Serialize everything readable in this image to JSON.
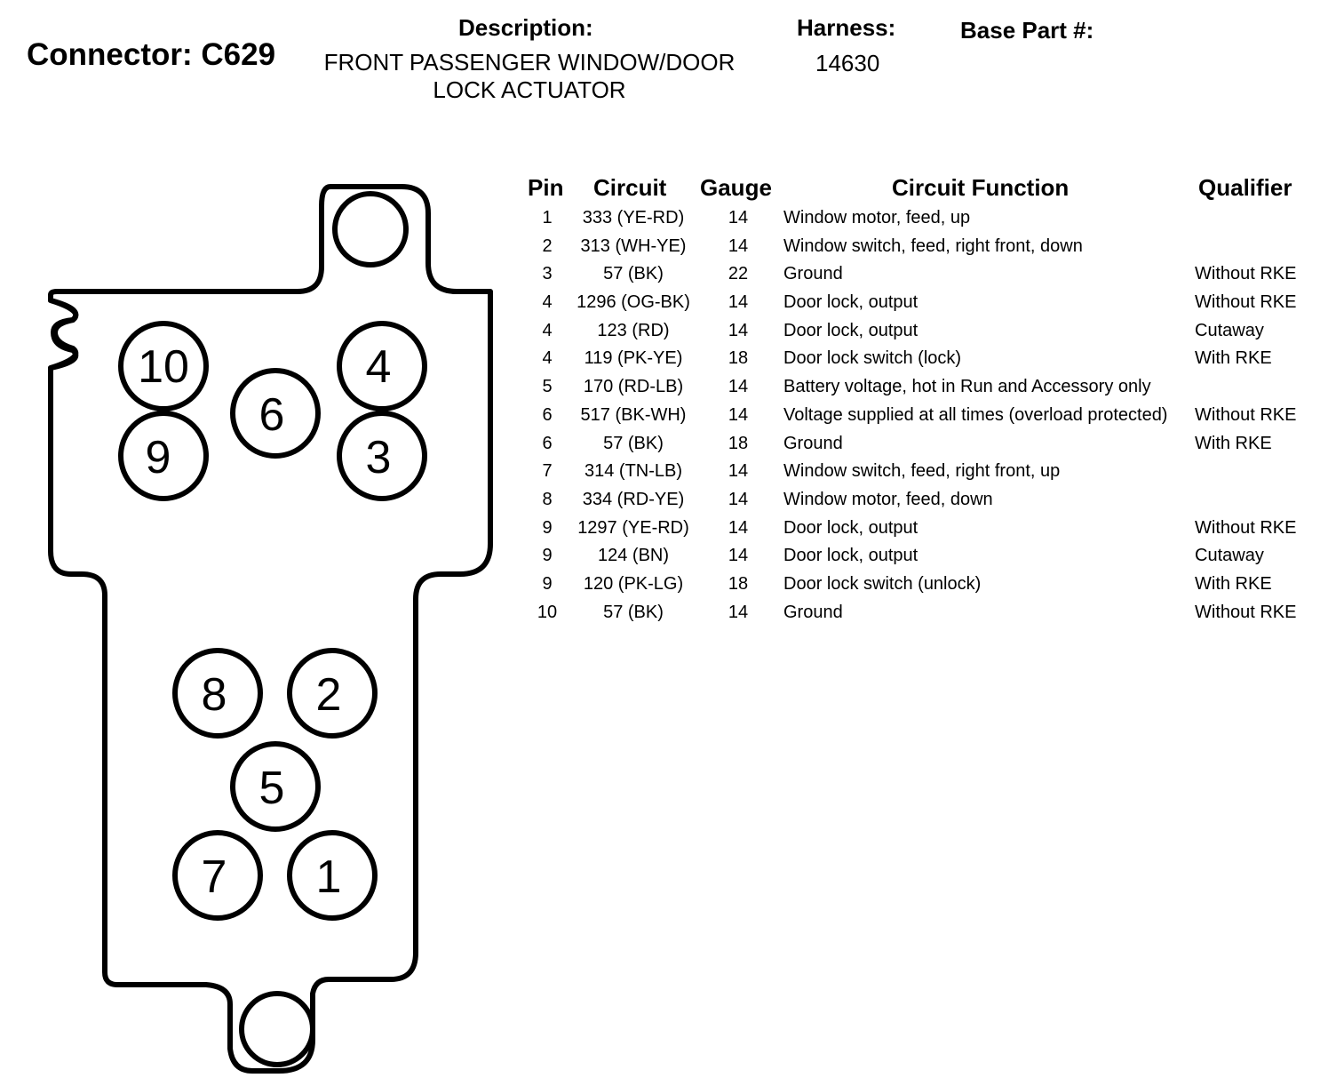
{
  "header": {
    "connector_label": "Connector: C629",
    "description_heading": "Description:",
    "description_lines": [
      "FRONT PASSENGER WINDOW/DOOR",
      "LOCK ACTUATOR"
    ],
    "harness_heading": "Harness:",
    "harness_value": "14630",
    "base_part_heading": "Base Part #:"
  },
  "pin_labels": [
    "10",
    "6",
    "4",
    "9",
    "3",
    "8",
    "2",
    "5",
    "7",
    "1"
  ],
  "table": {
    "headers": {
      "pin": "Pin",
      "circuit": "Circuit",
      "gauge": "Gauge",
      "function": "Circuit Function",
      "qualifier": "Qualifier"
    },
    "rows": [
      {
        "pin": "1",
        "circuit": "333 (YE-RD)",
        "gauge": "14",
        "function": "Window motor, feed, up",
        "qualifier": ""
      },
      {
        "pin": "2",
        "circuit": "313 (WH-YE)",
        "gauge": "14",
        "function": "Window switch, feed, right front, down",
        "qualifier": ""
      },
      {
        "pin": "3",
        "circuit": "57 (BK)",
        "gauge": "22",
        "function": "Ground",
        "qualifier": "Without RKE"
      },
      {
        "pin": "4",
        "circuit": "1296 (OG-BK)",
        "gauge": "14",
        "function": "Door lock, output",
        "qualifier": "Without RKE"
      },
      {
        "pin": "4",
        "circuit": "123 (RD)",
        "gauge": "14",
        "function": "Door lock, output",
        "qualifier": "Cutaway"
      },
      {
        "pin": "4",
        "circuit": "119 (PK-YE)",
        "gauge": "18",
        "function": "Door lock switch (lock)",
        "qualifier": "With RKE"
      },
      {
        "pin": "5",
        "circuit": "170 (RD-LB)",
        "gauge": "14",
        "function": "Battery voltage, hot in Run and Accessory only",
        "qualifier": ""
      },
      {
        "pin": "6",
        "circuit": "517 (BK-WH)",
        "gauge": "14",
        "function": "Voltage supplied at all times (overload protected)",
        "qualifier": "Without RKE"
      },
      {
        "pin": "6",
        "circuit": "57 (BK)",
        "gauge": "18",
        "function": "Ground",
        "qualifier": "With RKE"
      },
      {
        "pin": "7",
        "circuit": "314 (TN-LB)",
        "gauge": "14",
        "function": "Window switch, feed, right front, up",
        "qualifier": ""
      },
      {
        "pin": "8",
        "circuit": "334 (RD-YE)",
        "gauge": "14",
        "function": "Window motor, feed, down",
        "qualifier": ""
      },
      {
        "pin": "9",
        "circuit": "1297 (YE-RD)",
        "gauge": "14",
        "function": "Door lock, output",
        "qualifier": "Without RKE"
      },
      {
        "pin": "9",
        "circuit": "124 (BN)",
        "gauge": "14",
        "function": "Door lock, output",
        "qualifier": "Cutaway"
      },
      {
        "pin": "9",
        "circuit": "120 (PK-LG)",
        "gauge": "18",
        "function": "Door lock switch (unlock)",
        "qualifier": "With RKE"
      },
      {
        "pin": "10",
        "circuit": "57 (BK)",
        "gauge": "14",
        "function": "Ground",
        "qualifier": "Without RKE"
      }
    ]
  }
}
